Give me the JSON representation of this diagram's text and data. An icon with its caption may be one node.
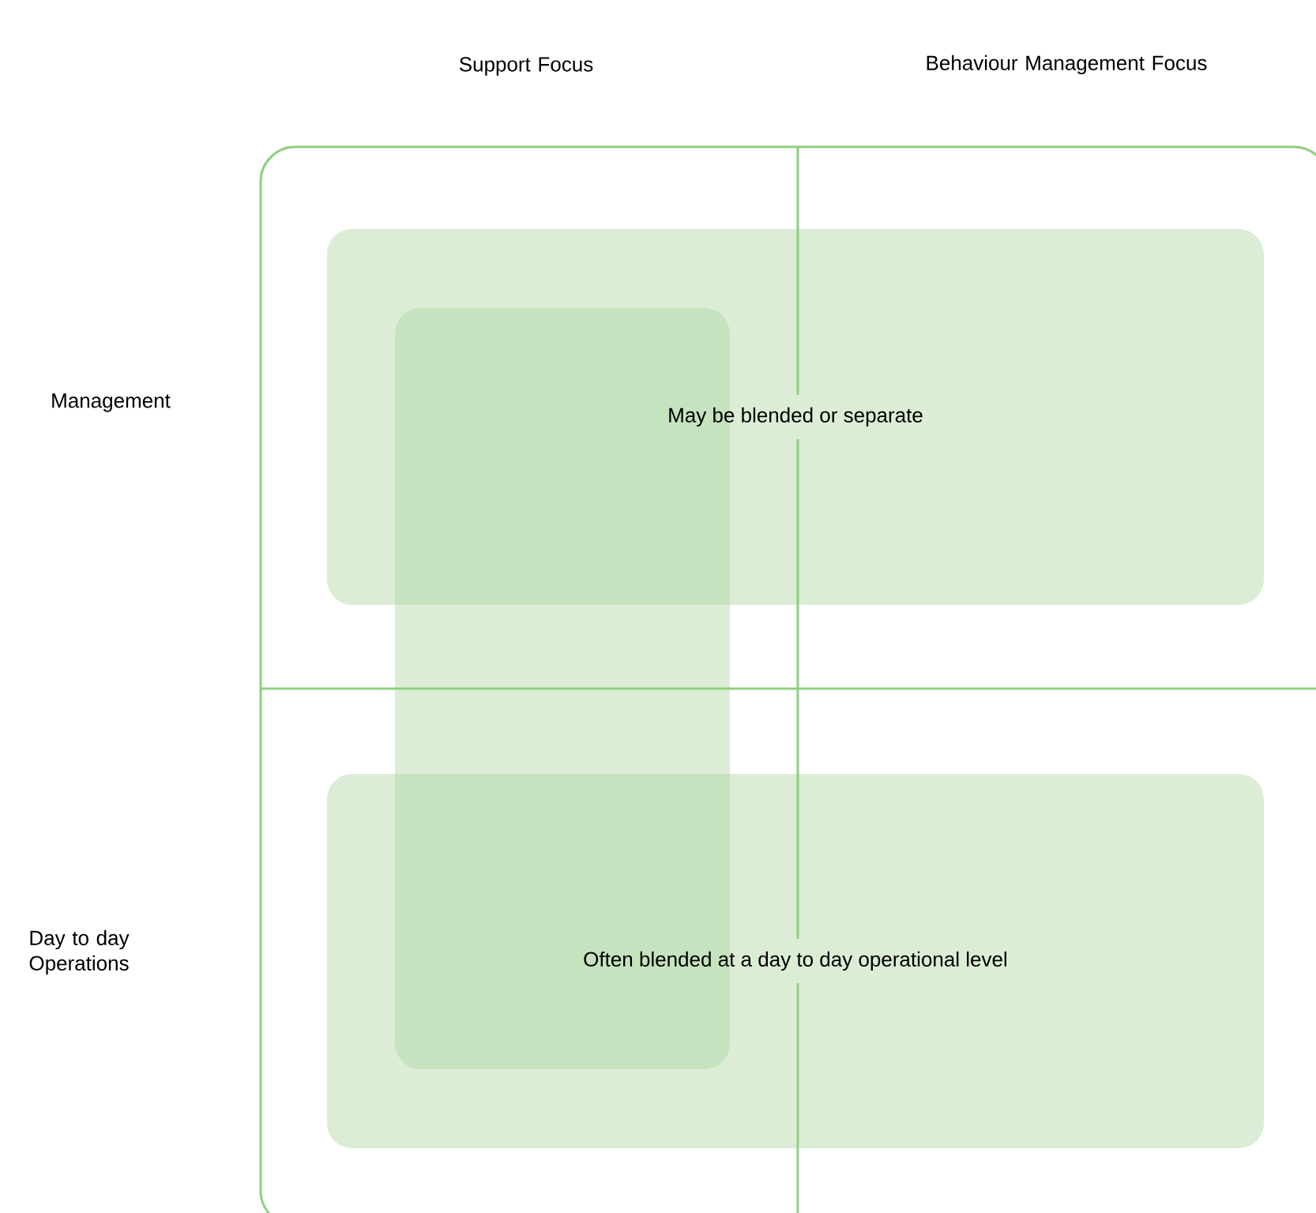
{
  "diagram": {
    "nodes": [
      {
        "text": [
          "May be blended or separate"
        ]
      },
      {
        "text": [
          "Often blended at a day to day operational level"
        ]
      },
      {
        "text": [],
        "shape": "box"
      }
    ],
    "labels": [
      "Support Focus",
      "Behaviour Management Focus",
      "Management",
      "Day to day Operations"
    ]
  }
}
